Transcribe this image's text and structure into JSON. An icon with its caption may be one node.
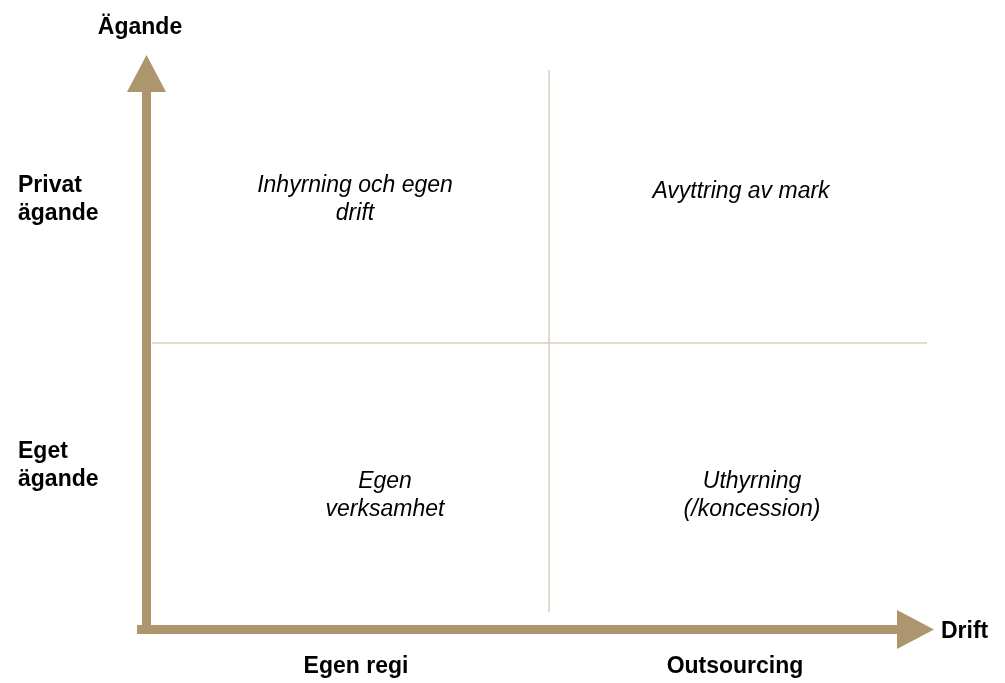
{
  "diagram": {
    "labels": [
      "Ägande",
      "Privat ägande",
      "Inhyrning och egen drift",
      "Avyttring av mark",
      "Eget ägande",
      "Egen verksamhet",
      "Uthyrning (/koncession)",
      "Drift",
      "Egen regi",
      "Outsourcing"
    ]
  }
}
